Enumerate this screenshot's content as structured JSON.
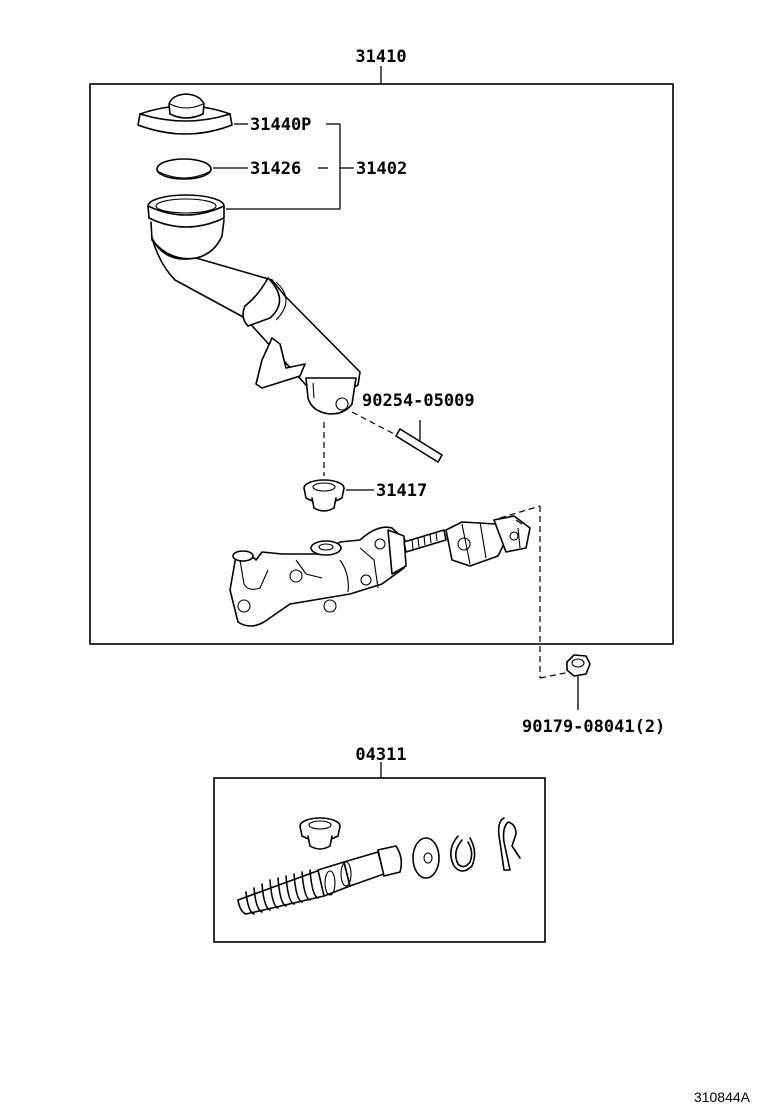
{
  "diagram": {
    "labels": {
      "assembly": "31410",
      "cap": "31440P",
      "gasket": "31426",
      "reservoir": "31402",
      "pin": "90254-05009",
      "grommet": "31417",
      "nut": "90179-08041(2)",
      "kit": "04311"
    },
    "ref_code": "310844A"
  }
}
